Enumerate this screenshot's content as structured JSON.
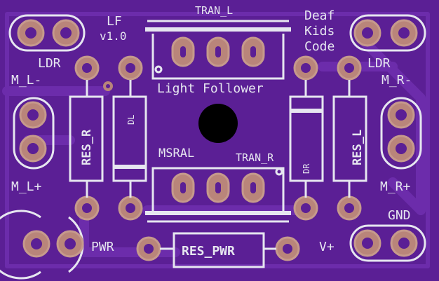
{
  "board": {
    "colors": {
      "substrate": "#5b1f95",
      "trace": "#6a2aa8",
      "silkscreen": "#e6e6f0",
      "copper_pad": "#b9857a",
      "pad_ring": "#c69a8c"
    },
    "labels": {
      "lf": "LF",
      "version": "v1.0",
      "tran_l": "TRAN_L",
      "deaf": "Deaf",
      "kids": "Kids",
      "code": "Code",
      "ldr_left": "LDR",
      "ldr_right": "LDR",
      "m_l_minus": "M_L-",
      "m_r_minus": "M_R-",
      "light_follower": "Light Follower",
      "res_r": "RES_R",
      "dl": "DL",
      "dr": "DR",
      "res_l": "RES_L",
      "msral": "MSRAL",
      "tran_r": "TRAN_R",
      "m_l_plus": "M_L+",
      "m_r_plus": "M_R+",
      "gnd": "GND",
      "pwr": "PWR",
      "res_pwr": "RES_PWR",
      "v_plus": "V+"
    }
  }
}
